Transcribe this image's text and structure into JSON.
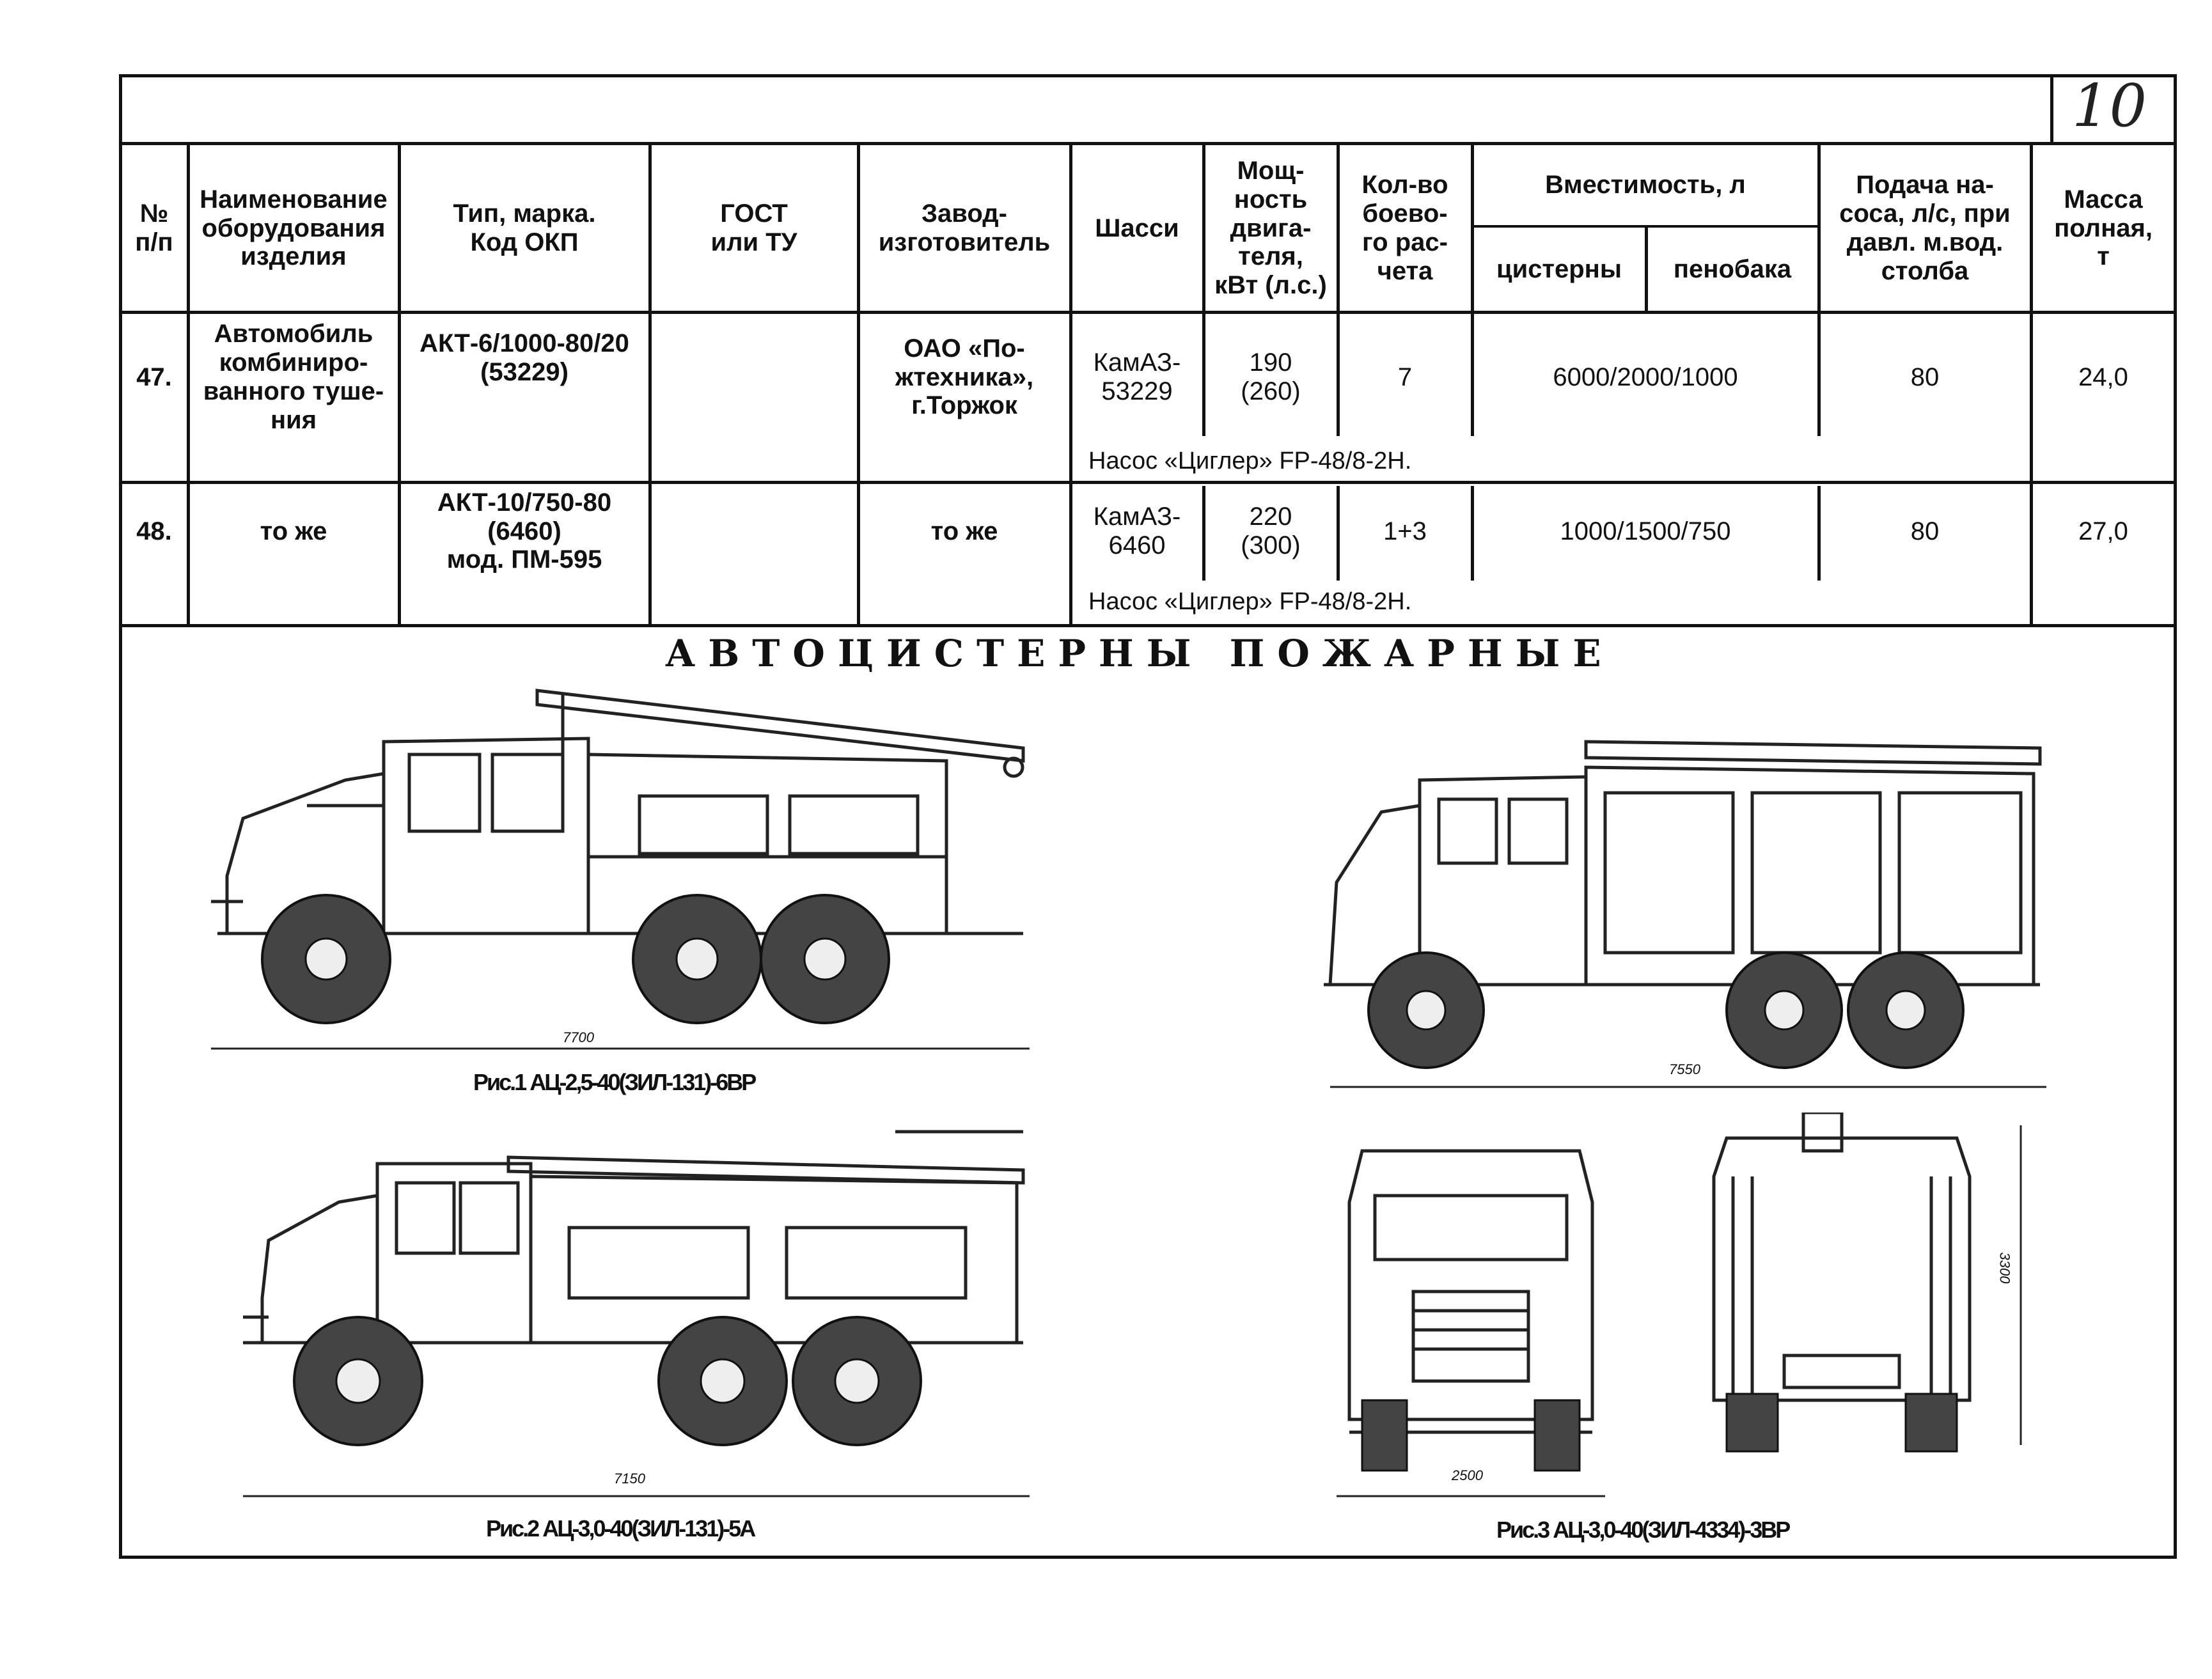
{
  "page_number": "10",
  "table": {
    "headers": {
      "num": "№\nп/п",
      "name": "Наименование\nоборудования\nизделия",
      "type": "Тип, марка.\nКод ОКП",
      "gost": "ГОСТ\nили ТУ",
      "maker": "Завод-\nизготовитель",
      "chassis": "Шасси",
      "power": "Мощ-\nность\nдвига-\nтеля,\nкВт (л.с.)",
      "crew": "Кол-во\nбоево-\nго рас-\nчета",
      "capacity": "Вместимость, л",
      "capacity_tank": "цистерны",
      "capacity_foam": "пенобака",
      "pump": "Подача на-\nсоса, л/с, при\nдавл. м.вод.\nстолба",
      "mass": "Масса\nполная,\nт"
    },
    "rows": [
      {
        "num": "47.",
        "name": "Автомобиль\nкомбиниро-\nванного туше-\nния",
        "type": "АКТ-6/1000-80/20\n(53229)",
        "gost": "",
        "maker": "ОАО «По-\nжтехника»,\nг.Торжок",
        "chassis": "КамАЗ-\n53229",
        "power": "190\n(260)",
        "crew": "7",
        "capacity": "6000/2000/1000",
        "pump": "80",
        "mass": "24,0",
        "note": "Насос «Циглер» FP-48/8-2Н."
      },
      {
        "num": "48.",
        "name": "то же",
        "type": "АКТ-10/750-80\n(6460)\nмод. ПМ-595",
        "gost": "",
        "maker": "то же",
        "chassis": "КамАЗ-\n6460",
        "power": "220\n(300)",
        "crew": "1+3",
        "capacity": "1000/1500/750",
        "pump": "80",
        "mass": "27,0",
        "note": "Насос «Циглер» FP-48/8-2Н."
      }
    ]
  },
  "section_title": "АВТОЦИСТЕРНЫ ПОЖАРНЫЕ",
  "figures": {
    "fig1": {
      "caption": "Рис.1 АЦ-2,5-40(ЗИЛ-131)-6ВР",
      "dimension": "7700"
    },
    "fig2": {
      "caption": "Рис.2 АЦ-3,0-40(ЗИЛ-131)-5А",
      "dimension": "7150"
    },
    "fig3": {
      "caption": "Рис.3 АЦ-3,0-40(ЗИЛ-4334)-3ВР",
      "dimension_length": "7550",
      "dimension_width": "2500",
      "dimension_height": "3300"
    }
  }
}
